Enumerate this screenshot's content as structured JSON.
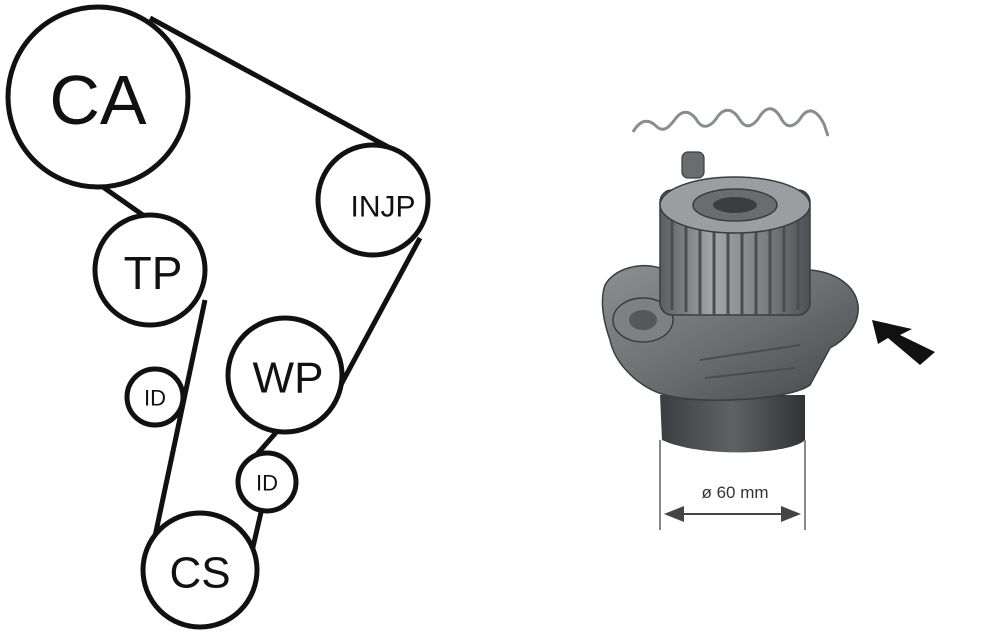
{
  "belt_diagram": {
    "pulleys": [
      {
        "id": "ca",
        "label": "CA"
      },
      {
        "id": "injp",
        "label": "INJP"
      },
      {
        "id": "tp",
        "label": "TP"
      },
      {
        "id": "id-upper",
        "label": "ID"
      },
      {
        "id": "wp",
        "label": "WP"
      },
      {
        "id": "id-lower",
        "label": "ID"
      },
      {
        "id": "cs",
        "label": "CS"
      }
    ]
  },
  "water_pump": {
    "dimension_label": "ø 60 mm",
    "colors": {
      "body": "#6f7275",
      "gear": "#8a8d90",
      "shadow": "#3e4144"
    }
  }
}
